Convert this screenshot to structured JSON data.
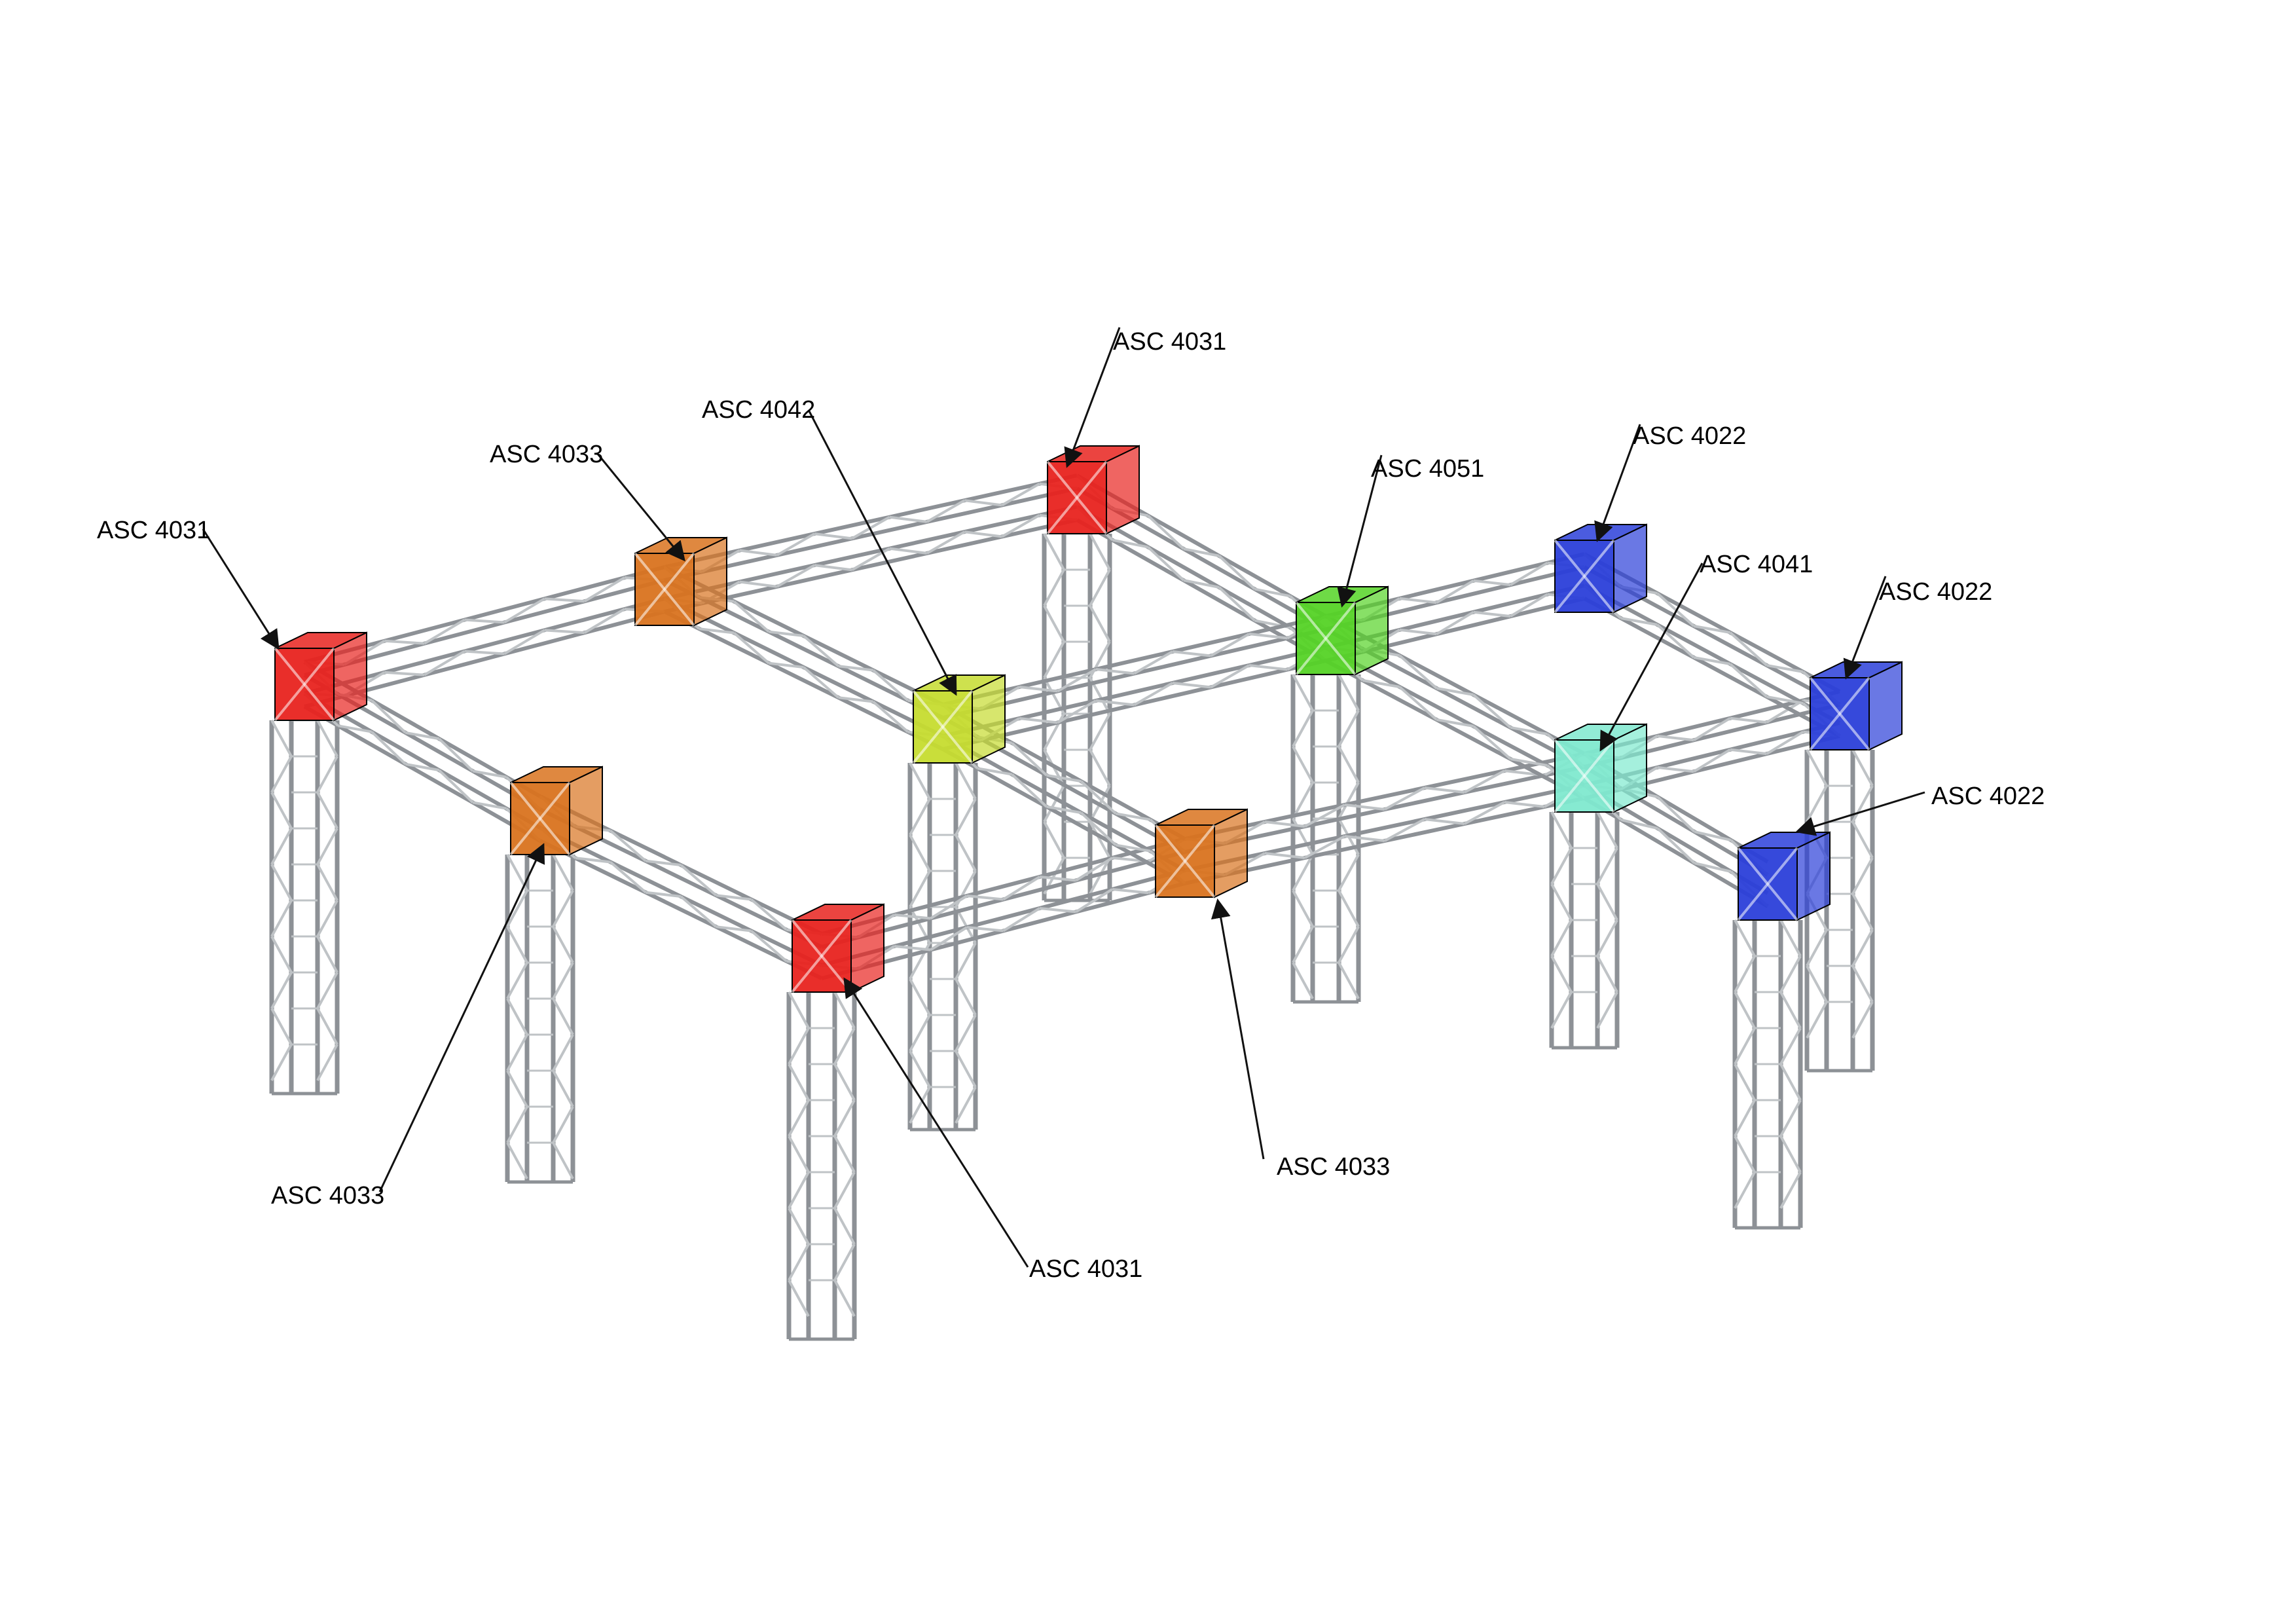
{
  "diagram": {
    "colors": {
      "truss": "#bfc3c6",
      "truss_dark": "#8d9196",
      "leader": "#111111",
      "asc4031": "#e8231f",
      "asc4033": "#d9731f",
      "asc4042": "#c6dc2f",
      "asc4051": "#55d326",
      "asc4041": "#7fe9cf",
      "asc4022": "#2b3fd9"
    },
    "callouts": [
      {
        "id": "c1",
        "label": "ASC 4031"
      },
      {
        "id": "c2",
        "label": "ASC 4033"
      },
      {
        "id": "c3",
        "label": "ASC 4042"
      },
      {
        "id": "c4",
        "label": "ASC 4031"
      },
      {
        "id": "c5",
        "label": "ASC 4051"
      },
      {
        "id": "c6",
        "label": "ASC 4022"
      },
      {
        "id": "c7",
        "label": "ASC 4041"
      },
      {
        "id": "c8",
        "label": "ASC 4022"
      },
      {
        "id": "c9",
        "label": "ASC 4022"
      },
      {
        "id": "c10",
        "label": "ASC 4033"
      },
      {
        "id": "c11",
        "label": "ASC 4031"
      },
      {
        "id": "c12",
        "label": "ASC 4033"
      }
    ]
  }
}
